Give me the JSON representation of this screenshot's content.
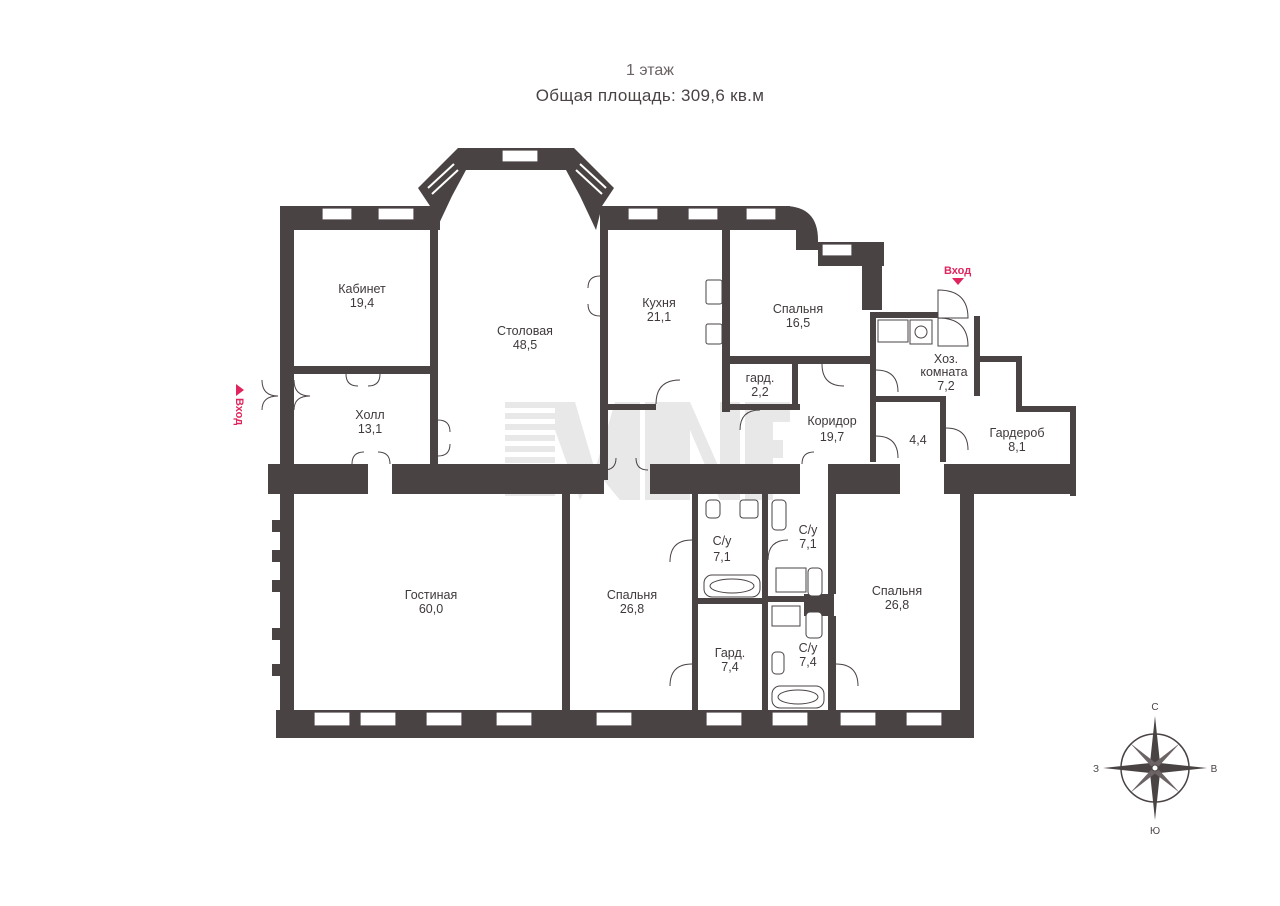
{
  "header": {
    "floor": "1 этаж",
    "total_area": "Общая площадь: 309,6 кв.м"
  },
  "rooms": [
    {
      "id": "kabinet",
      "name": "Кабинет",
      "area": "19,4"
    },
    {
      "id": "stolovaya",
      "name": "Столовая",
      "area": "48,5"
    },
    {
      "id": "kuhnya",
      "name": "Кухня",
      "area": "21,1"
    },
    {
      "id": "spalnya-top",
      "name": "Спальня",
      "area": "16,5"
    },
    {
      "id": "hoz",
      "name": "Хоз.",
      "name2": "комната",
      "area": "7,2"
    },
    {
      "id": "gard-small",
      "name": "гард.",
      "area": "2,2"
    },
    {
      "id": "hall",
      "name": "Холл",
      "area": "13,1"
    },
    {
      "id": "koridor",
      "name": "Коридор",
      "area": "19,7"
    },
    {
      "id": "vestibule",
      "name": "",
      "area": "4,4"
    },
    {
      "id": "garderob",
      "name": "Гардероб",
      "area": "8,1"
    },
    {
      "id": "gostinaya",
      "name": "Гостиная",
      "area": "60,0"
    },
    {
      "id": "spalnya-mid",
      "name": "Спальня",
      "area": "26,8"
    },
    {
      "id": "su1",
      "name": "С/у",
      "area": "7,1"
    },
    {
      "id": "su2",
      "name": "С/у",
      "area": "7,1"
    },
    {
      "id": "gard-7",
      "name": "Гард.",
      "area": "7,4"
    },
    {
      "id": "su3",
      "name": "С/у",
      "area": "7,4"
    },
    {
      "id": "spalnya-right",
      "name": "Спальня",
      "area": "26,8"
    }
  ],
  "entrances": {
    "left": "Вход",
    "right": "Вход"
  },
  "watermark": "MNF",
  "compass": {
    "north": "С",
    "south": "Ю",
    "west": "З",
    "east": "В"
  },
  "colors": {
    "wall": "#4a4344",
    "window": "#ffffff",
    "entry": "#e0245e",
    "watermark": "#cfcfcf"
  }
}
